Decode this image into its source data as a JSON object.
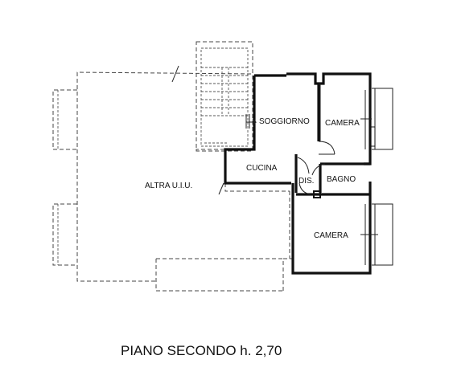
{
  "rooms": {
    "soggiorno": "SOGGIORNO",
    "camera_top": "CAMERA",
    "cucina": "CUCINA",
    "dis": "DIS.",
    "bagno": "BAGNO",
    "camera_bottom": "CAMERA",
    "altra_uiu": "ALTRA U.I.U."
  },
  "caption": "PIANO SECONDO h. 2,70"
}
